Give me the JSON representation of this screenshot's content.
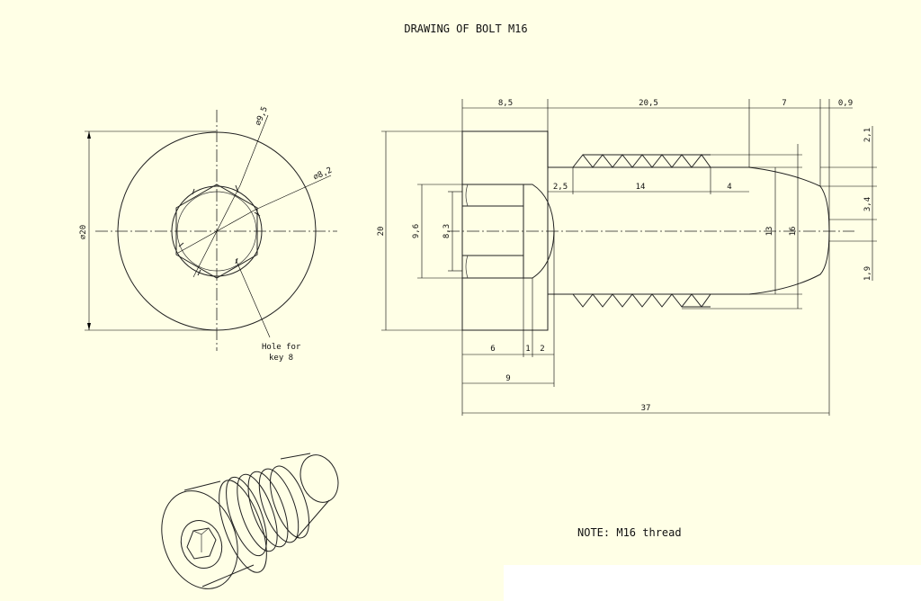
{
  "title": "DRAWING OF BOLT M16",
  "note": "NOTE: M16 thread",
  "front_view": {
    "dia_outer": "⌀20",
    "dia_hole": "⌀9,5",
    "dia_hex": "⌀8,2",
    "leader_line1": "Hole for",
    "leader_line2": "key 8"
  },
  "side_view": {
    "top_dims": [
      "8,5",
      "20,5",
      "7",
      "0,9"
    ],
    "inner_dims": [
      "2,5",
      "14",
      "4"
    ],
    "left_dims": [
      "20",
      "9,6",
      "8,3"
    ],
    "right_vertical_dims": [
      "13",
      "16"
    ],
    "far_right_dims": [
      "2,1",
      "3,4",
      "1,9"
    ],
    "bottom_dims": [
      "6",
      "1",
      "2",
      "9",
      "37"
    ]
  },
  "colors": {
    "background": "#ffffe6",
    "line": "#222222"
  }
}
